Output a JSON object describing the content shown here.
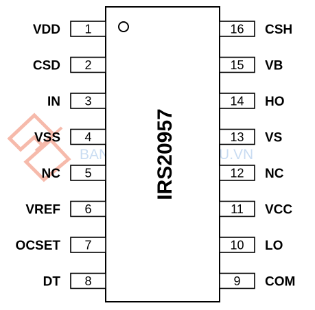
{
  "chip": {
    "part_number": "IRS20957",
    "outline_color": "#000000",
    "background_color": "#ffffff"
  },
  "left_pins": [
    {
      "number": "1",
      "name": "VDD"
    },
    {
      "number": "2",
      "name": "CSD"
    },
    {
      "number": "3",
      "name": "IN"
    },
    {
      "number": "4",
      "name": "VSS"
    },
    {
      "number": "5",
      "name": "NC"
    },
    {
      "number": "6",
      "name": "VREF"
    },
    {
      "number": "7",
      "name": "OCSET"
    },
    {
      "number": "8",
      "name": "DT"
    }
  ],
  "right_pins": [
    {
      "number": "16",
      "name": "CSH"
    },
    {
      "number": "15",
      "name": "VB"
    },
    {
      "number": "14",
      "name": "HO"
    },
    {
      "number": "13",
      "name": "VS"
    },
    {
      "number": "12",
      "name": "NC"
    },
    {
      "number": "11",
      "name": "VCC"
    },
    {
      "number": "10",
      "name": "LO"
    },
    {
      "number": "9",
      "name": "COM"
    }
  ],
  "watermark": {
    "text": "BANLINHKIENDIENTU.VN",
    "color": "#c9dcf2",
    "logo_color": "#f3a38f"
  },
  "icons": {
    "pin1_marker": "circle-outline"
  }
}
